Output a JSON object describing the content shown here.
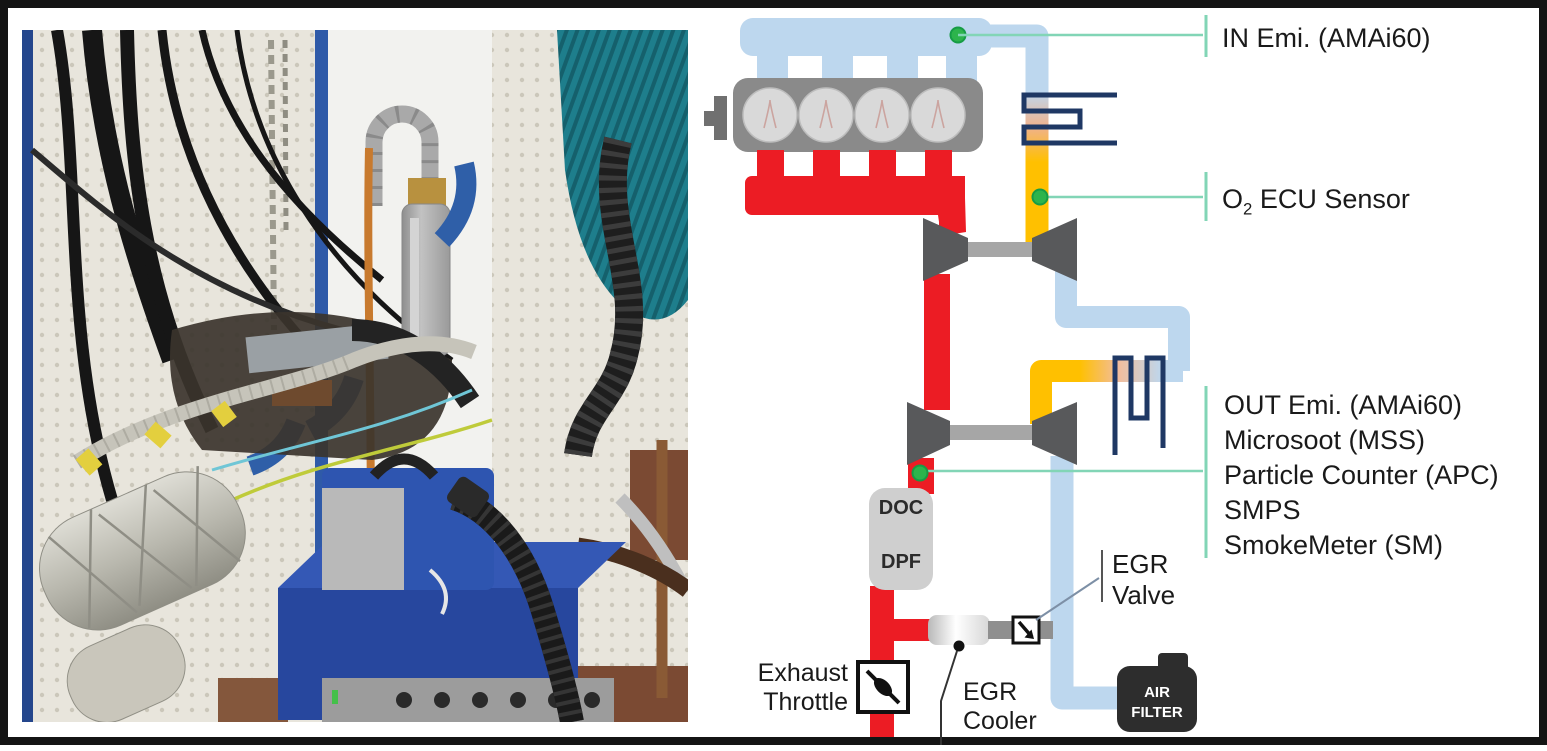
{
  "diagram": {
    "labels": {
      "in_emissions": "IN Emi. (AMAi60)",
      "o2": {
        "base": "O",
        "sub": "2",
        "rest": " ECU Sensor"
      },
      "out": [
        "OUT Emi. (AMAi60)",
        "Microsoot (MSS)",
        "Particle Counter (APC)",
        "SMPS",
        "SmokeMeter (SM)"
      ],
      "egr_valve": [
        "EGR",
        "Valve"
      ],
      "egr_cooler": [
        "EGR",
        "Cooler"
      ],
      "exhaust_throttle": [
        "Exhaust",
        "Throttle"
      ],
      "doc": "DOC",
      "dpf": "DPF",
      "air_filter": [
        "AIR",
        "FILTER"
      ]
    },
    "colors": {
      "intake_pipe": "#BDD7EE",
      "exhaust_pipe": "#EC1C24",
      "post_turbo_pipe": "#FFC000",
      "cooler_coil": "#1F3864",
      "turbo_body": "#58595B",
      "turbo_shaft": "#A6A6A6",
      "aftertreatment_block": "#CFCFCF",
      "sensor_dot": "#2DB44C",
      "leader_line": "#82D5B6",
      "air_filter_block": "#2D2D2D",
      "label_text": "#1A1A1A"
    }
  }
}
